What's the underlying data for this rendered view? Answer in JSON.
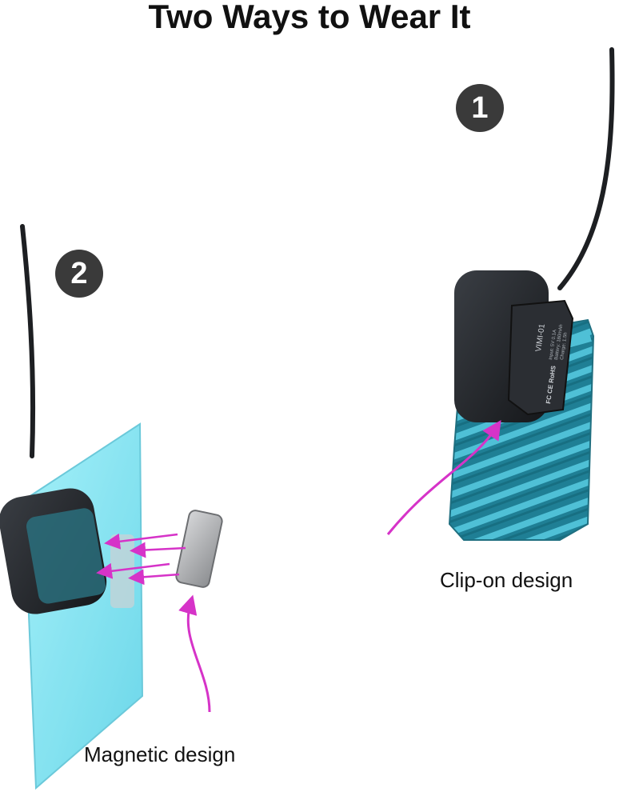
{
  "title": "Two Ways to Wear It",
  "methods": [
    {
      "number": "1",
      "caption": "Clip-on design"
    },
    {
      "number": "2",
      "caption": "Magnetic design"
    }
  ],
  "device": {
    "model_label": "VIMI-01",
    "spec_lines": [
      "Input: 5V 0.1A",
      "Battery: 180mAh",
      "Charge: 1.5h"
    ],
    "cert_label": "FC CE RoHS"
  },
  "colors": {
    "accent_arrow": "#d633c8",
    "badge": "#3a3a3a",
    "glass": "#7fe3f2",
    "fabric": "#2f9fb3",
    "device_body": "#2a2d31"
  }
}
